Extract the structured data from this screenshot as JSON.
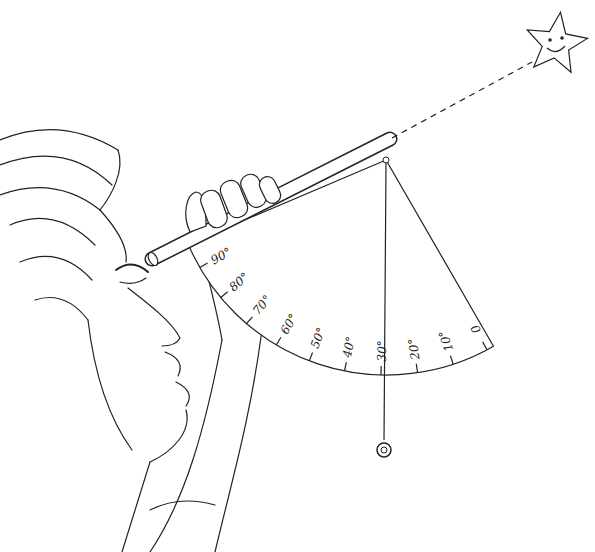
{
  "diagram": {
    "labels": [
      "90°",
      "80°",
      "70°",
      "60°",
      "50°",
      "40°",
      "30°",
      "20°",
      "10°",
      "0"
    ]
  }
}
